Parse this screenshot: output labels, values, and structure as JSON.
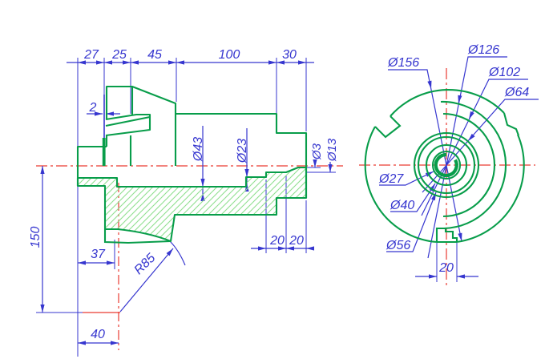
{
  "views": {
    "section_view": {
      "name": "side-section-view",
      "horizontal_chain": [
        "27",
        "25",
        "45",
        "100",
        "30"
      ],
      "slot_width": "2",
      "diameter_labels": [
        "Ø43",
        "Ø23",
        "Ø3",
        "Ø13"
      ],
      "overall_height": "150",
      "offset_37": "37",
      "offset_40": "40",
      "fillet_radius": "R85",
      "right_steps": [
        "20",
        "20"
      ]
    },
    "front_view": {
      "name": "front-view",
      "diameter_labels": [
        "Ø156",
        "Ø126",
        "Ø102",
        "Ø64",
        "Ø27",
        "Ø40",
        "Ø56"
      ],
      "bottom_slot_width": "20"
    }
  },
  "colors": {
    "outline": "#089d4a",
    "hatch": "#8fdf8f",
    "dimension": "#3636cf",
    "centerline": "#e93b32",
    "background": "#ffffff"
  }
}
